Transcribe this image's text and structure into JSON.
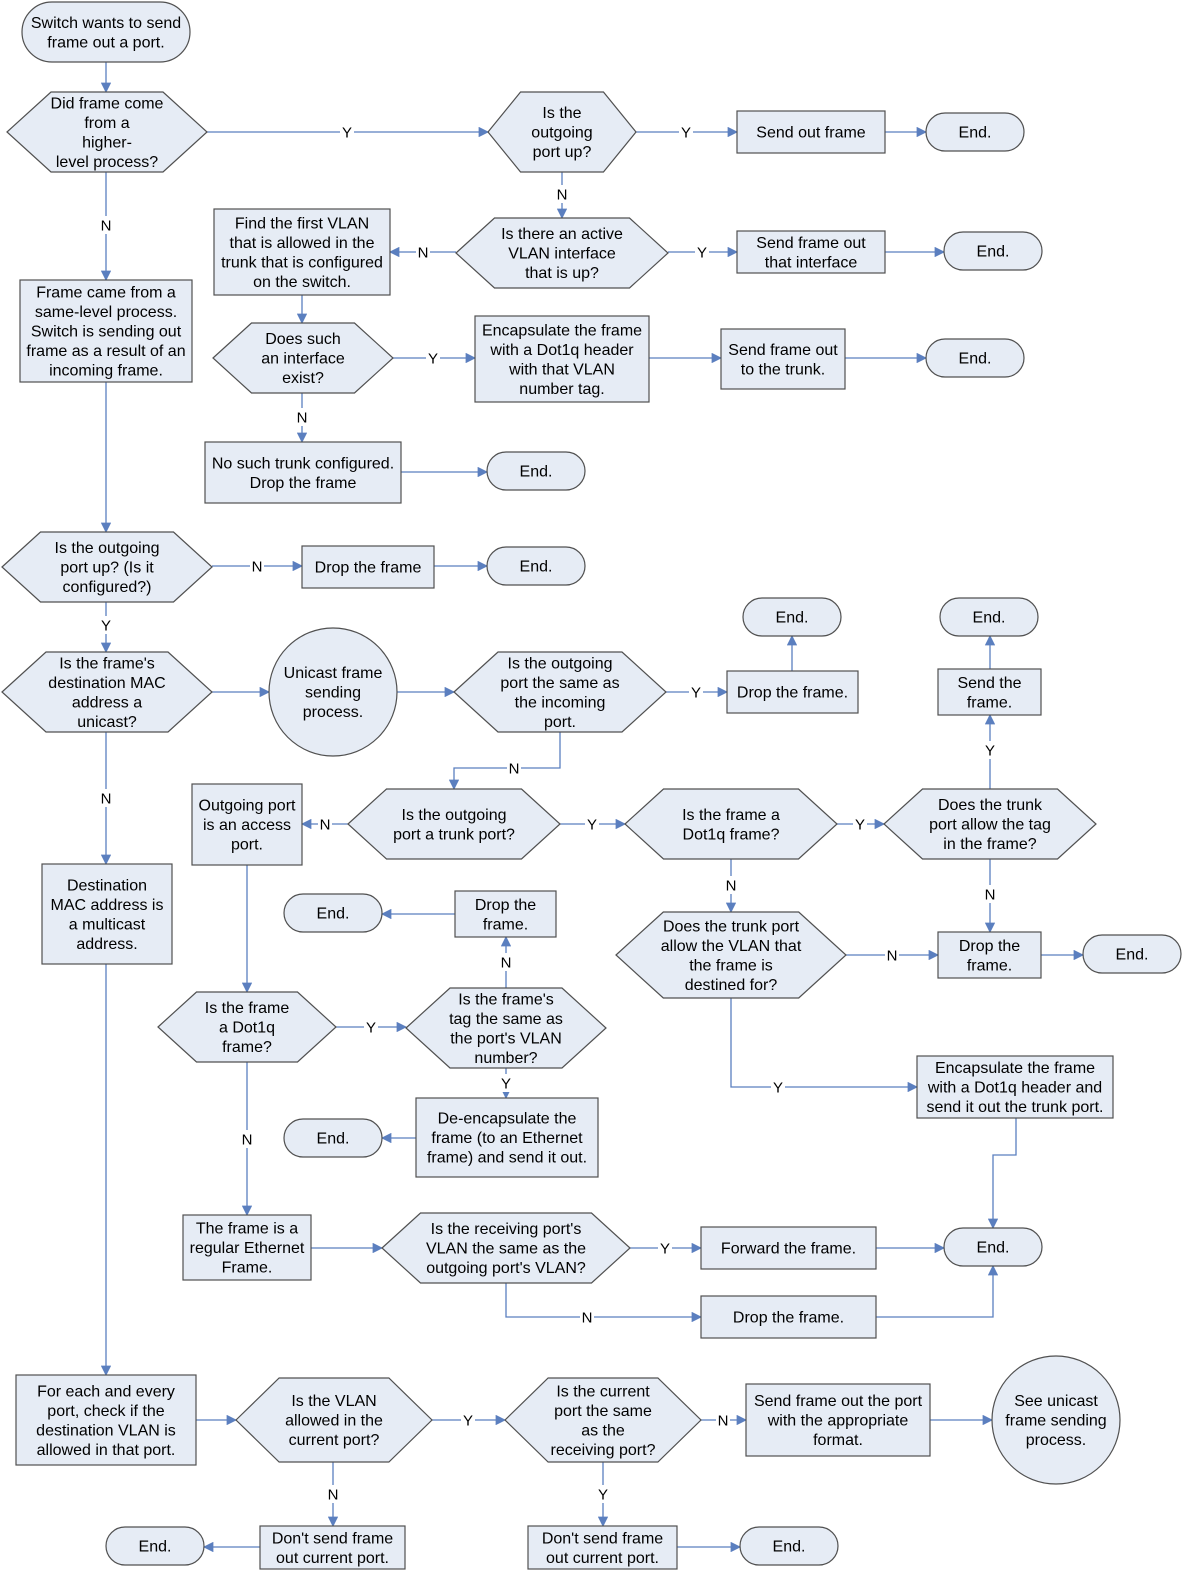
{
  "nodes": {
    "start": "Switch wants to send\nframe out a port.",
    "higher_level": "Did frame come\nfrom a\nhigher-\nlevel process?",
    "outgoing_up_1": "Is the\noutgoing\nport up?",
    "send_out_frame": "Send out frame",
    "end_1": "End.",
    "active_vlan": "Is there an active\nVLAN interface\nthat is up?",
    "send_interface": "Send frame out\nthat interface",
    "end_2": "End.",
    "find_vlan": "Find the first VLAN\nthat is allowed in the\ntrunk that is configured\non the switch.",
    "same_level": "Frame came from a\nsame-level process.\nSwitch is sending out\nframe as a result of an\nincoming frame.",
    "such_interface": "Does such\nan interface\nexist?",
    "encap_dot1q": "Encapsulate the frame\nwith a Dot1q header\nwith that VLAN\nnumber tag.",
    "send_trunk": "Send frame out\nto the trunk.",
    "end_3": "End.",
    "no_trunk": "No such trunk configured.\nDrop the frame",
    "end_4": "End.",
    "outgoing_up_2": "Is the outgoing\nport up? (Is it\nconfigured?)",
    "drop_1": "Drop the frame",
    "end_5": "End.",
    "unicast_q": "Is the frame's\ndestination MAC\naddress a\nunicast?",
    "unicast_process": "Unicast frame\nsending\nprocess.",
    "same_incoming": "Is the outgoing\nport the same as\nthe incoming\nport.",
    "drop_2": "Drop the frame.",
    "end_6": "End.",
    "end_7": "End.",
    "send_the_frame": "Send the\nframe.",
    "access_port": "Outgoing port\nis an access\nport.",
    "trunk_port_q": "Is the outgoing\nport a trunk port?",
    "dot1q_q_1": "Is the frame a\nDot1q frame?",
    "allow_tag": "Does the trunk\nport allow the tag\nin the frame?",
    "multicast": "Destination\nMAC address is\na multicast\naddress.",
    "end_8": "End.",
    "drop_3": "Drop the\nframe.",
    "allow_vlan": "Does the trunk port\nallow the VLAN that\nthe frame is\ndestined for?",
    "drop_4": "Drop the\nframe.",
    "end_9": "End.",
    "dot1q_q_2": "Is the frame\na Dot1q\nframe?",
    "tag_same": "Is the frame's\ntag the same as\nthe port's VLAN\nnumber?",
    "encap_send": "Encapsulate the frame\nwith a Dot1q header and\nsend it out the trunk port.",
    "end_10": "End.",
    "decap": "De-encapsulate the\nframe (to an Ethernet\nframe) and send it out.",
    "regular_eth": "The frame is a\nregular Ethernet\nFrame.",
    "recv_vlan_q": "Is the receiving port's\nVLAN the same as the\noutgoing port's VLAN?",
    "forward": "Forward the frame.",
    "end_11": "End.",
    "drop_5": "Drop the frame.",
    "for_each": "For each and every\nport, check if the\ndestination VLAN is\nallowed in that port.",
    "vlan_allowed_q": "Is the VLAN\nallowed in the\ncurrent port?",
    "current_same_q": "Is the current\nport the same\nas the\nreceiving port?",
    "send_port_format": "Send frame out the port\nwith the appropriate\nformat.",
    "see_unicast": "See unicast\nframe sending\nprocess.",
    "end_12": "End.",
    "dont_send_1": "Don't send frame\nout current port.",
    "dont_send_2": "Don't send frame\nout current port.",
    "end_13": "End."
  },
  "edge_labels": {
    "yes": "Y",
    "no": "N"
  },
  "colors": {
    "fill": "#e6ecf5",
    "stroke": "#505050",
    "edge": "#5b7fbf"
  }
}
